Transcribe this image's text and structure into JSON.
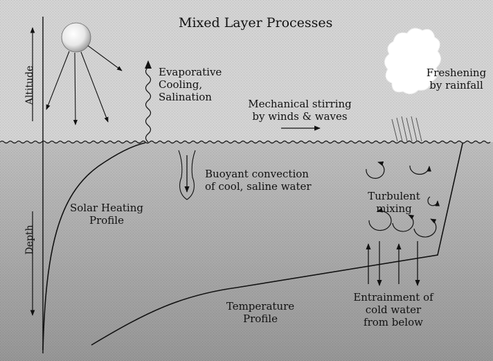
{
  "title": "Mixed Layer Processes",
  "axes": {
    "altitude_label": "Altitude",
    "depth_label": "Depth"
  },
  "labels": {
    "evaporative": [
      "Evaporative",
      "Cooling,",
      "Salination"
    ],
    "stirring": [
      "Mechanical stirring",
      "by winds & waves"
    ],
    "freshening": [
      "Freshening",
      "by rainfall"
    ],
    "buoyant": [
      "Buoyant convection",
      "of cool, saline water"
    ],
    "solar": [
      "Solar Heating",
      "Profile"
    ],
    "turbulent": [
      "Turbulent",
      "mixing"
    ],
    "temperature": [
      "Temperature",
      "Profile"
    ],
    "entrainment": [
      "Entrainment of",
      "cold water",
      "from below"
    ]
  },
  "colors": {
    "sky": "#d2d2d2",
    "sea_top": "#bcbcbc",
    "sea_bottom": "#979797",
    "ink": "#111111",
    "cloud": "#ffffff"
  },
  "icons": [
    "sun-icon",
    "cloud-icon",
    "rain-streaks-icon",
    "wavy-arrow-icon",
    "convection-plume-icon",
    "eddy-icon"
  ]
}
